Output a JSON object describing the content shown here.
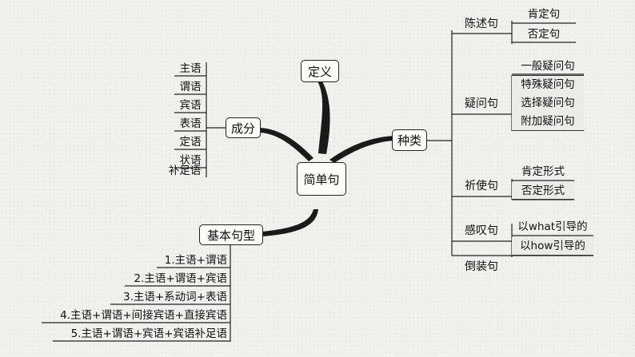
{
  "center": "简单句",
  "definition": "定义",
  "components": {
    "label": "成分",
    "items": [
      "主语",
      "谓语",
      "宾语",
      "表语",
      "定语",
      "状语",
      "补足语"
    ]
  },
  "patterns": {
    "label": "基本句型",
    "items": [
      "1.主语+谓语",
      "2.主语+谓语+宾语",
      "3.主语+系动词+表语",
      "4.主语+谓语+间接宾语+直接宾语",
      "5.主语+谓语+宾语+宾语补足语"
    ]
  },
  "types": {
    "label": "种类",
    "declarative": {
      "label": "陈述句",
      "items": [
        "肯定句",
        "否定句"
      ]
    },
    "interrogative": {
      "label": "疑问句",
      "items": [
        "一般疑问句",
        "特殊疑问句",
        "选择疑问句",
        "附加疑问句"
      ]
    },
    "imperative": {
      "label": "祈使句",
      "items": [
        "肯定形式",
        "否定形式"
      ]
    },
    "exclamatory": {
      "label": "感叹句",
      "items": [
        "以what引导的",
        "以how引导的"
      ]
    },
    "inverted": {
      "label": "倒装句"
    }
  }
}
